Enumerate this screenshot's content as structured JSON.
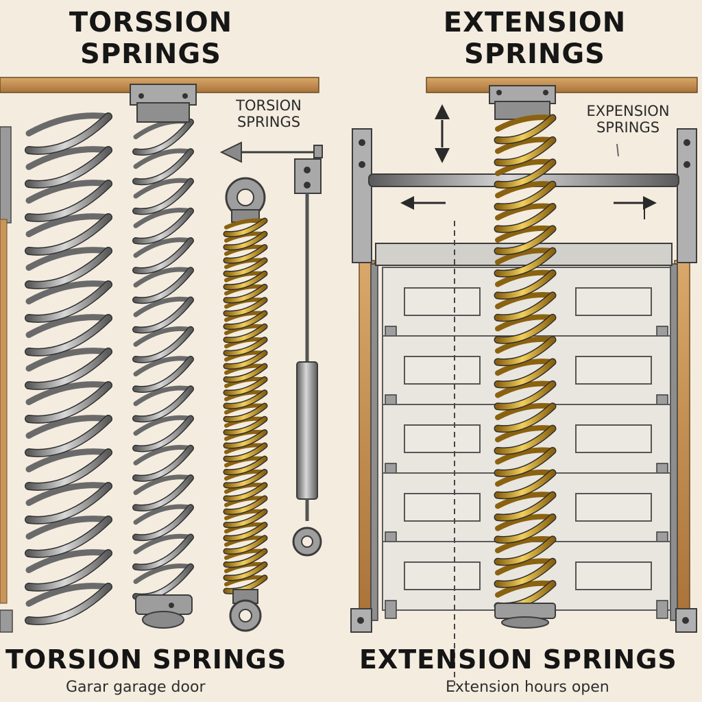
{
  "left_panel": {
    "title_line1": "TORSSION",
    "title_line2": "SPRINGS",
    "inset_label_line1": "TORSION",
    "inset_label_line2": "SPRINGS",
    "bottom_title": "TORSION SPRINGS",
    "caption": "Garar garage door"
  },
  "right_panel": {
    "title_line1": "EXTENSION",
    "title_line2": "SPRINGS",
    "inset_label_line1": "EXPENSION",
    "inset_label_line2": "SPRINGS",
    "bottom_title": "EXTENSION SPRINGS",
    "caption": "Extension hours open"
  },
  "colors": {
    "background": "#f4ecdf",
    "steel": "#8c8c8c",
    "steel_dark": "#4a4a4a",
    "gold": "#d4a22a",
    "gold_dark": "#8a6210",
    "wood": "#c9955a",
    "door_panel": "#e9e6e0"
  }
}
